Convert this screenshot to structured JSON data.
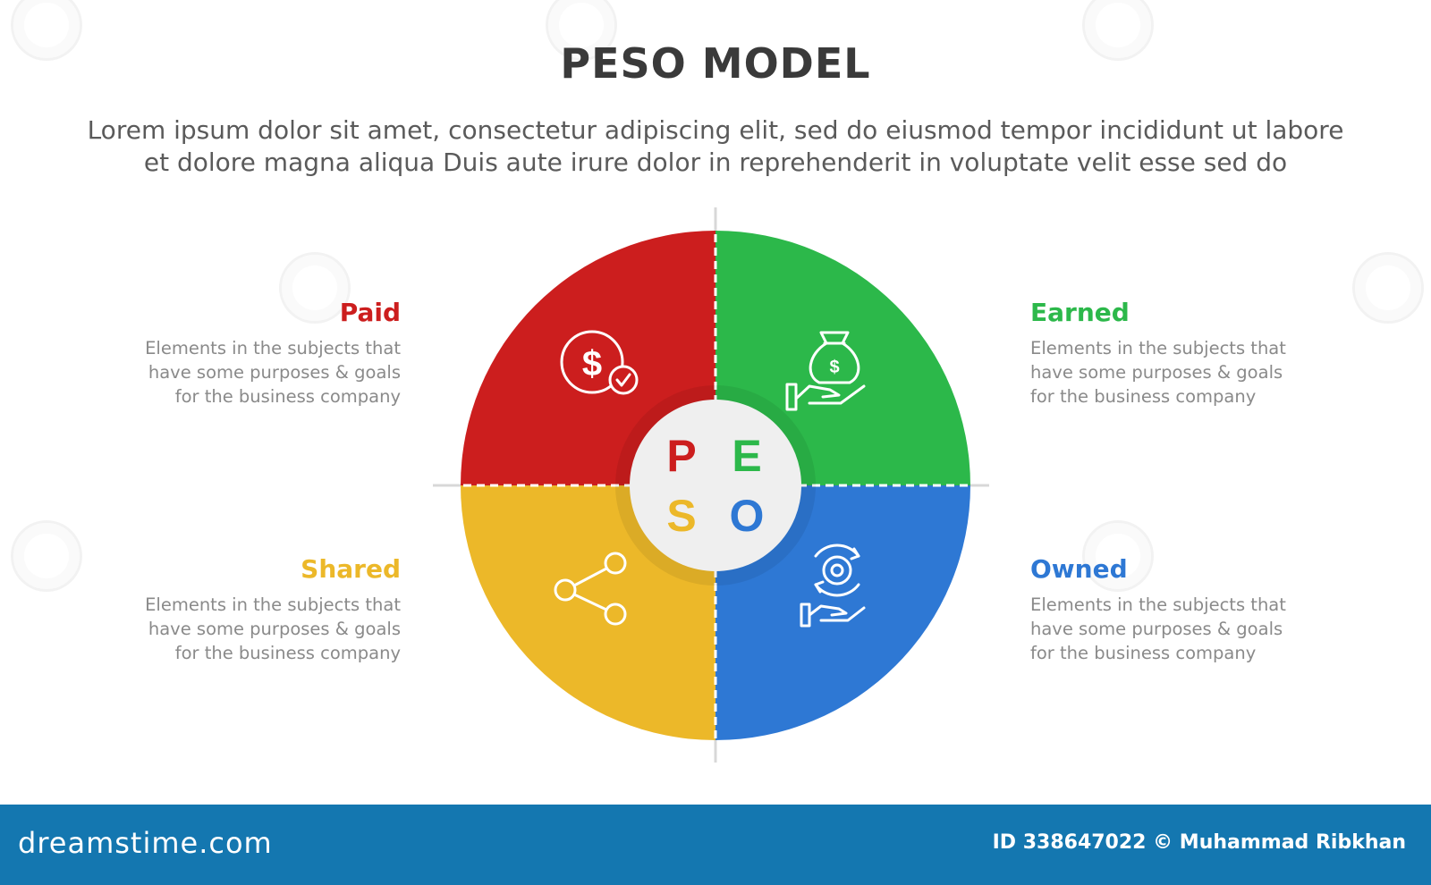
{
  "title": "PESO MODEL",
  "subtitle": {
    "line1": "Lorem ipsum dolor sit amet, consectetur adipiscing elit, sed do eiusmod tempor incididunt ut labore",
    "line2": "et dolore magna aliqua Duis aute irure dolor in reprehenderit in voluptate velit esse sed do"
  },
  "segments": {
    "paid": {
      "title": "Paid",
      "color": "#cc1e1e",
      "icon": "dollar-coin-check-icon",
      "desc": [
        "Elements in the subjects that",
        "have  some purposes & goals",
        "for the  business company"
      ]
    },
    "earned": {
      "title": "Earned",
      "color": "#2cb84a",
      "icon": "money-bag-hand-icon",
      "desc": [
        "Elements in the subjects that",
        "have  some purposes & goals",
        "for the  business company"
      ]
    },
    "shared": {
      "title": "Shared",
      "color": "#ecb829",
      "icon": "share-nodes-icon",
      "desc": [
        "Elements in the subjects that",
        "have  some purposes & goals",
        "for the  business company"
      ]
    },
    "owned": {
      "title": "Owned",
      "color": "#2e78d4",
      "icon": "gear-hand-icon",
      "desc": [
        "Elements in the subjects that",
        "have  some purposes & goals",
        "for the  business company"
      ]
    }
  },
  "center_letters": {
    "p": "P",
    "e": "E",
    "s": "S",
    "o": "O"
  },
  "footer": {
    "brand": "dreamstime.com",
    "credit": "ID 338647022 © Muhammad Ribkhan",
    "background": "#1477b0"
  }
}
